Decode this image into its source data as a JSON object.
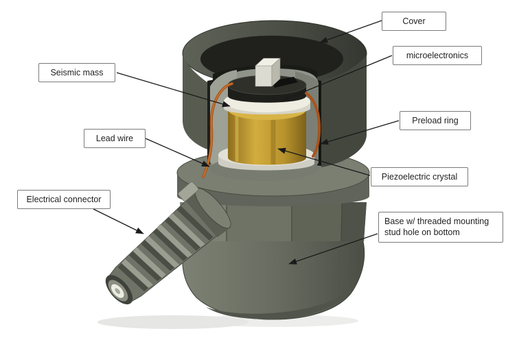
{
  "figure": {
    "type": "diagram",
    "subject": "Cutaway view of a piezoelectric accelerometer with labeled components"
  },
  "labels": [
    {
      "id": "cover",
      "text": "Cover"
    },
    {
      "id": "microelectronics",
      "text": "microelectronics"
    },
    {
      "id": "seismic-mass",
      "text": "Seismic mass"
    },
    {
      "id": "preload-ring",
      "text": "Preload ring"
    },
    {
      "id": "lead-wire",
      "text": "Lead wire"
    },
    {
      "id": "piezoelectric-crystal",
      "text": "Piezoelectric crystal"
    },
    {
      "id": "electrical-connector",
      "text": "Electrical connector"
    },
    {
      "id": "base",
      "text": "Base w/ threaded mounting stud hole on bottom"
    }
  ],
  "colors": {
    "body_metal": "#686c60",
    "body_dark": "#3f4238",
    "cover_dark": "#4b4e45",
    "crystal_gold": "#b8932f",
    "wire_copper": "#a8541c",
    "ceramic_white": "#e9e8e0",
    "label_border": "#7a7a7a",
    "arrow": "#1a1a1a"
  }
}
